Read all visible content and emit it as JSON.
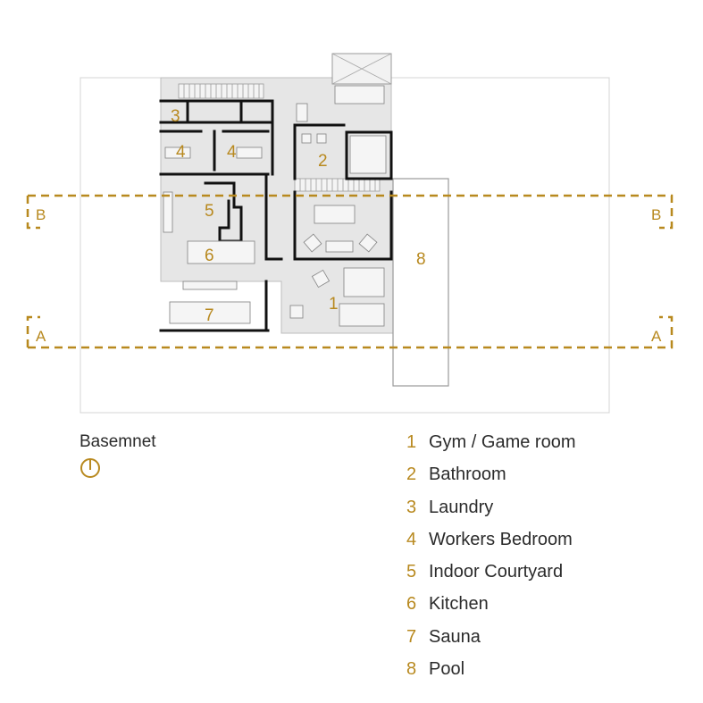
{
  "plan": {
    "room_labels": [
      "1",
      "2",
      "3",
      "4",
      "4",
      "5",
      "6",
      "7",
      "8"
    ],
    "section_labels": {
      "b_left": "B",
      "b_right": "B",
      "a_left": "A",
      "a_right": "A"
    }
  },
  "title": "Basemnet",
  "north_icon": "north-arrow-icon",
  "legend": [
    {
      "num": "1",
      "label": "Gym / Game room"
    },
    {
      "num": "2",
      "label": "Bathroom"
    },
    {
      "num": "3",
      "label": "Laundry"
    },
    {
      "num": "4",
      "label": "Workers Bedroom"
    },
    {
      "num": "5",
      "label": "Indoor Courtyard"
    },
    {
      "num": "6",
      "label": "Kitchen"
    },
    {
      "num": "7",
      "label": "Sauna"
    },
    {
      "num": "8",
      "label": "Pool"
    }
  ],
  "colors": {
    "accent": "#b8891f",
    "wall": "#111111",
    "floor": "#e6e6e6",
    "outline": "#cfcfcf",
    "text": "#2b2b2b"
  }
}
